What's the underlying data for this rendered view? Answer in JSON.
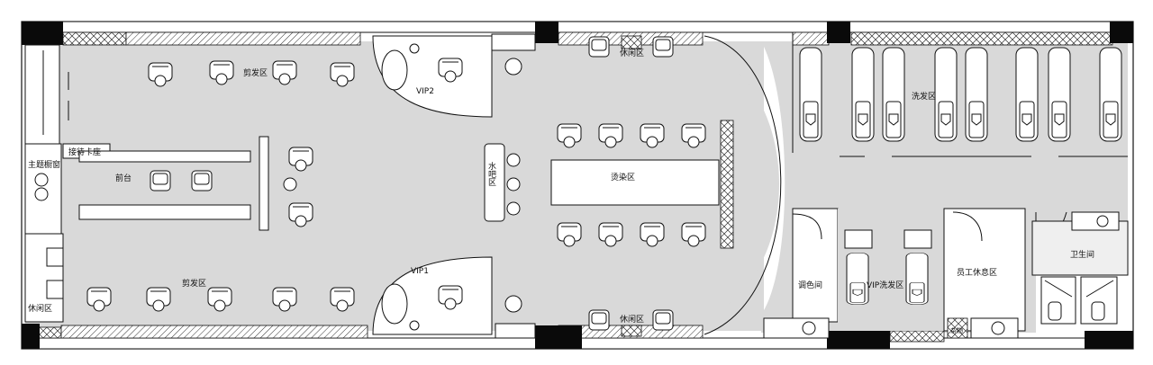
{
  "labels": {
    "front_desk_area": "前台",
    "card_room": "接待卡座",
    "main_room": "主题橱窗",
    "hair_area_top": "剪发区",
    "hair_area_bottom": "剪发区",
    "vip1": "VIP1",
    "vip2": "VIP2",
    "water_bar": "水吧区",
    "styling_area": "烫染区",
    "rest_area_top": "休闲区",
    "rest_area_bottom": "休闲区",
    "rest_area_left": "休闲区",
    "wash_area": "洗发区",
    "color_room": "调色间",
    "vip_wash": "VIP洗发区",
    "staff_room": "员工休息区",
    "toilet": "卫生间",
    "storage": "杂物"
  },
  "colors": {
    "floor": "#d9d9d9",
    "wall": "#111111",
    "column": "#0a0a0a"
  }
}
